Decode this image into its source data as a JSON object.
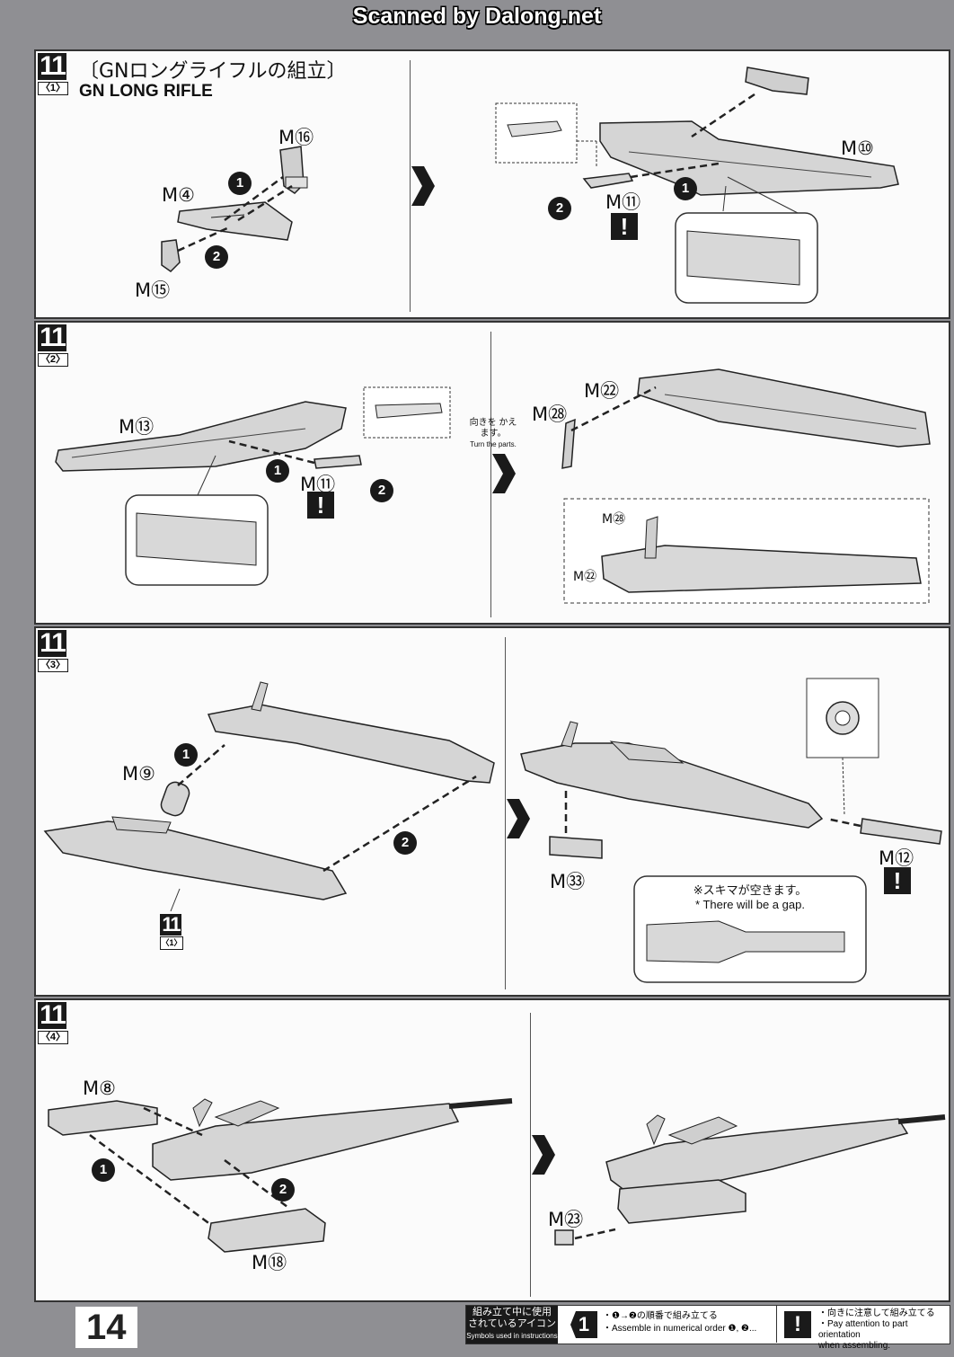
{
  "watermark": "Scanned by Dalong.net",
  "page_number": "14",
  "step": {
    "number": "11",
    "title_jp": "〔GNロングライフルの組立〕",
    "title_en": "GN LONG RIFLE"
  },
  "panels": [
    {
      "sub": "〈1〉",
      "labels": {
        "a": "M⑯",
        "b": "M④",
        "c": "M⑮",
        "d": "M⑩",
        "e": "M⑪"
      },
      "order": [
        "1",
        "2",
        "1",
        "2"
      ]
    },
    {
      "sub": "〈2〉",
      "labels": {
        "a": "M⑬",
        "b": "M⑪",
        "c": "M㉒",
        "d": "M㉘",
        "e": "M㉘",
        "f": "M㉒"
      },
      "turn_jp": "向きを かえます。",
      "turn_en": "Turn the parts.",
      "order": [
        "1",
        "2"
      ]
    },
    {
      "sub": "〈3〉",
      "labels": {
        "a": "M⑨",
        "b": "M㉝",
        "c": "M⑫"
      },
      "ref_num": "11",
      "ref_sub": "〈1〉",
      "gap_jp": "※スキマが空きます。",
      "gap_en": "* There will be a gap.",
      "order": [
        "1",
        "2"
      ]
    },
    {
      "sub": "〈4〉",
      "labels": {
        "a": "M⑧",
        "b": "M⑱",
        "c": "M㉓"
      },
      "order": [
        "1",
        "2"
      ]
    }
  ],
  "warn_symbol": "!",
  "legend": {
    "title_jp_1": "組み立て中に使用",
    "title_jp_2": "されているアイコン",
    "title_en": "Symbols used in instructions",
    "icon1": "1",
    "icon1_jp": "・❶→❷の順番で組み立てる",
    "icon1_en": "・Assemble in numerical order ❶, ❷...",
    "icon2": "!",
    "icon2_jp": "・向きに注意して組み立てる",
    "icon2_en_1": "・Pay attention to part orientation",
    "icon2_en_2": "when assembling."
  },
  "icons": [
    "step-arrow-icon",
    "warning-icon",
    "magnifier-callout-icon"
  ]
}
